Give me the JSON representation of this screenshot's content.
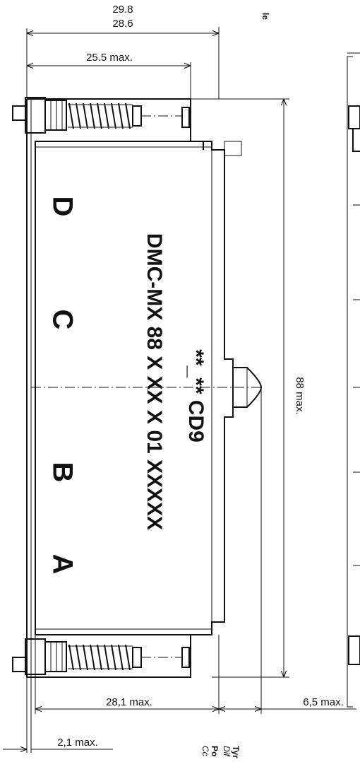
{
  "dimensions": {
    "overall_width_1": "29.8",
    "overall_width_2": "28.6",
    "upper_width": "25.5 max.",
    "body_width": "28,1 max.",
    "offset": "2,1 max.",
    "side_depth": "6,5 max.",
    "height": "88 max."
  },
  "positions": [
    "D",
    "C",
    "B",
    "A"
  ],
  "part_number": "DMC-MX 88 X XX X 01 XXXXX",
  "code": "**_** CD9",
  "header_fragment": "le",
  "footer": {
    "fragment_1_line_1": "Po",
    "fragment_1_line_2": "Cc",
    "fragment_2_line_1": "Tyr",
    "fragment_2_line_2": "Dif"
  }
}
